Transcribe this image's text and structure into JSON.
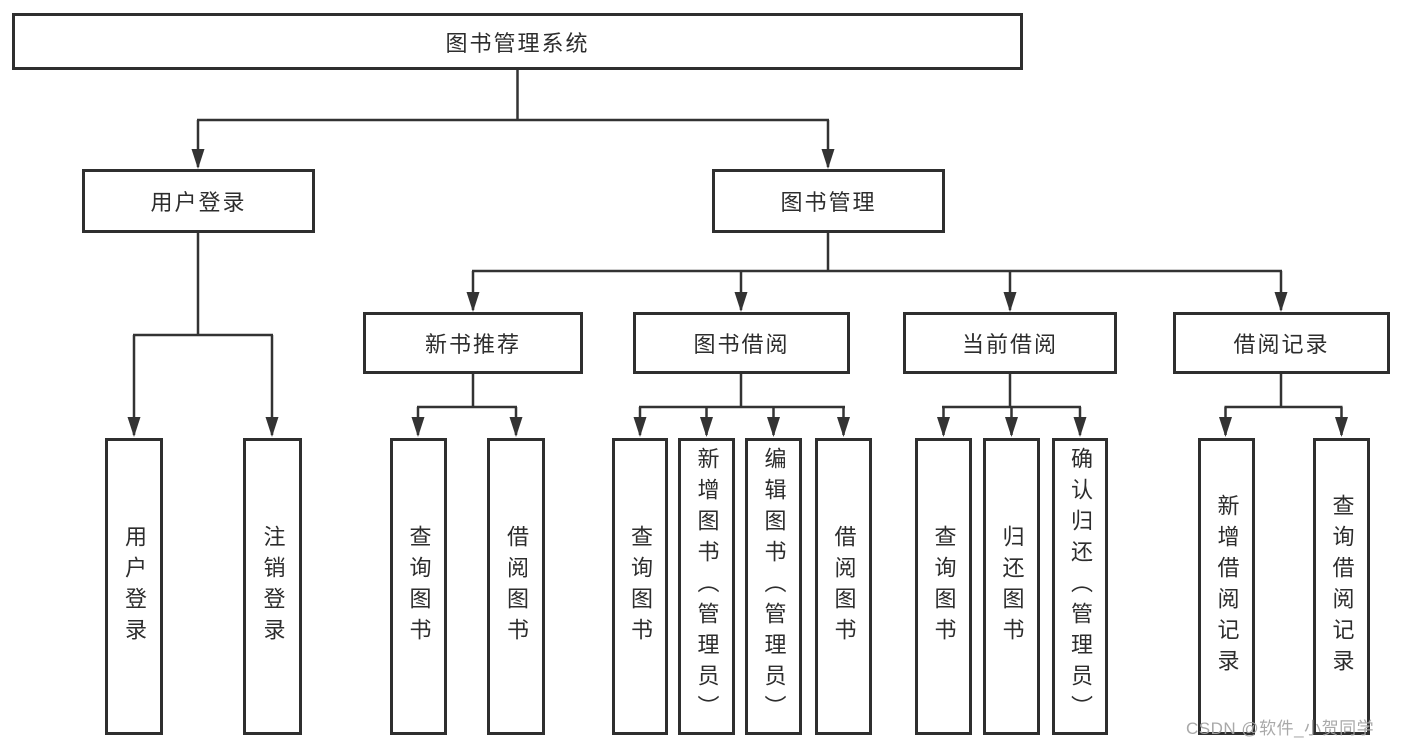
{
  "diagram": {
    "watermark": "CSDN @软件_小贺同学",
    "colors": {
      "line": "#333333",
      "border": "#2f2f2f",
      "text": "#2d2d2d",
      "background": "#ffffff",
      "watermark": "#a4a4a4"
    },
    "nodes": {
      "root": {
        "label": "图书管理系统"
      },
      "user_login": {
        "label": "用户登录"
      },
      "book_mgmt": {
        "label": "图书管理"
      },
      "new_book_rec": {
        "label": "新书推荐"
      },
      "book_borrow": {
        "label": "图书借阅"
      },
      "current_borrow": {
        "label": "当前借阅"
      },
      "borrow_record": {
        "label": "借阅记录"
      },
      "leaf_user_login": {
        "label": "用户登录"
      },
      "leaf_logout": {
        "label": "注销登录"
      },
      "leaf_query_books_nb": {
        "label": "查询图书"
      },
      "leaf_borrow_books_nb": {
        "label": "借阅图书"
      },
      "leaf_query_books_bb": {
        "label": "查询图书"
      },
      "leaf_add_books": {
        "label": "新增图书（管理员）"
      },
      "leaf_edit_books": {
        "label": "编辑图书（管理员）"
      },
      "leaf_borrow_books_bb": {
        "label": "借阅图书"
      },
      "leaf_query_books_cb": {
        "label": "查询图书"
      },
      "leaf_return_books": {
        "label": "归还图书"
      },
      "leaf_confirm_return": {
        "label": "确认归还（管理员）"
      },
      "leaf_add_record": {
        "label": "新增借阅记录"
      },
      "leaf_query_record": {
        "label": "查询借阅记录"
      }
    }
  }
}
